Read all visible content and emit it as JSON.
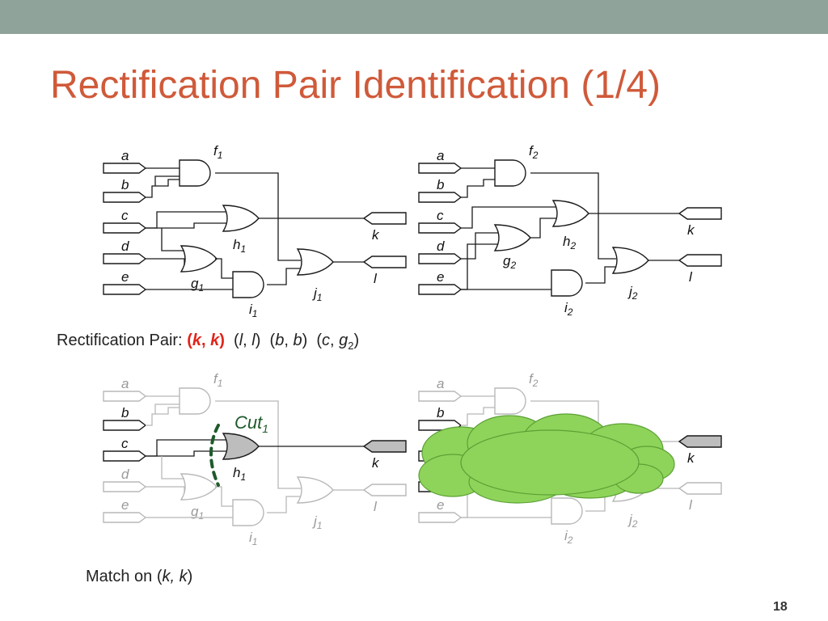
{
  "slide": {
    "title": "Rectification Pair Identification (1/4)",
    "page_number": "18"
  },
  "colors": {
    "title": "#cf5a3a",
    "top_bar": "#8fa39a",
    "highlight": "#e0241b",
    "cut_line": "#1e5a2a",
    "cloud": "#8fd45a",
    "faded": "#b8b8b8"
  },
  "circuit_1": {
    "inputs": [
      "a",
      "b",
      "c",
      "d",
      "e"
    ],
    "outputs": [
      "k",
      "l"
    ],
    "gate_labels": {
      "f": "f",
      "h": "h",
      "g": "g",
      "i": "i",
      "j": "j"
    },
    "subscript": "1"
  },
  "circuit_2": {
    "inputs": [
      "a",
      "b",
      "c",
      "d",
      "e"
    ],
    "outputs": [
      "k",
      "l"
    ],
    "gate_labels": {
      "f": "f",
      "h": "h",
      "g": "g",
      "i": "i",
      "j": "j"
    },
    "subscript": "2"
  },
  "rectification_pair": {
    "label": "Rectification Pair:",
    "pairs": [
      {
        "a": "k",
        "b": "k",
        "sub": ""
      },
      {
        "a": "l",
        "b": "l",
        "sub": ""
      },
      {
        "a": "b",
        "b": "b",
        "sub": ""
      },
      {
        "a": "c",
        "b": "g",
        "sub": "2"
      }
    ]
  },
  "cut": {
    "label": "Cut",
    "subscript": "1"
  },
  "match": {
    "label": "Match on (",
    "pair": "k, k",
    "close": ")"
  }
}
